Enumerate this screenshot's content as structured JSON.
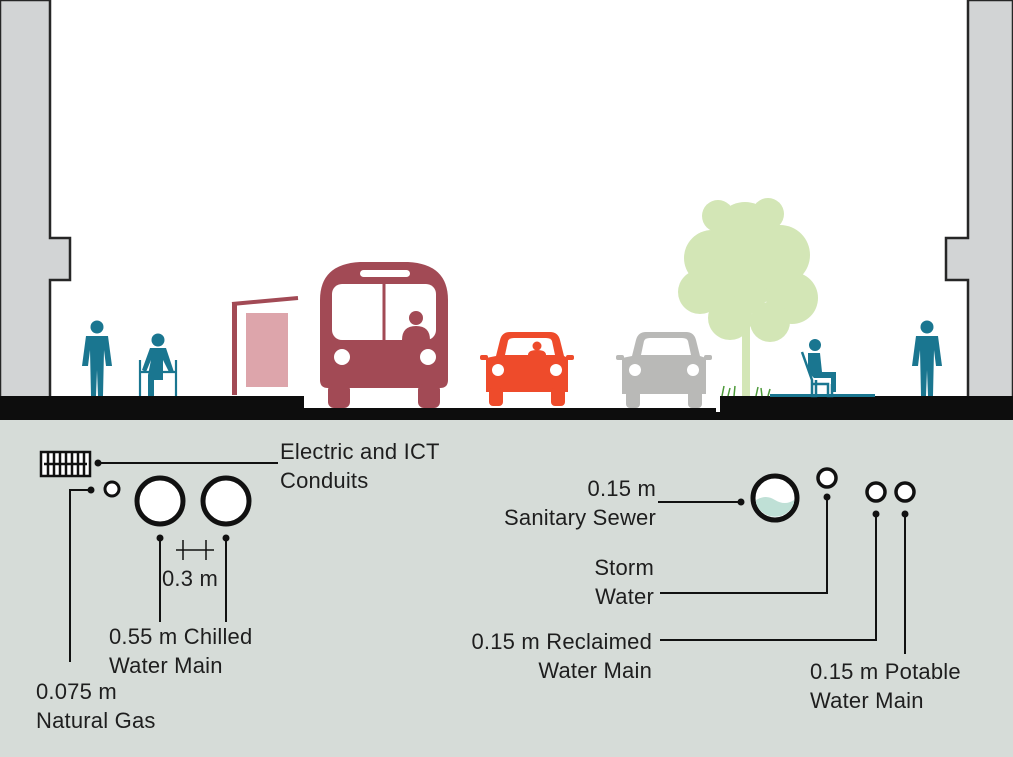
{
  "title": "Street cross-section with underground utilities",
  "colors": {
    "ground": "#d6dcd8",
    "wall": "#d2d4d5",
    "road": "#0d0d0d",
    "pedestrian": "#1a7690",
    "bus": "#a24a55",
    "shelter_panel": "#dda5ab",
    "car_red": "#ee4b2b",
    "car_grey": "#b9b9b7",
    "tree": "#d3e6b6",
    "grass": "#4d9a3a",
    "pipe_fill": "#ffffff",
    "sewer_water": "#bfe0d6"
  },
  "icons": [
    "pedestrian-icon",
    "wheelchair-user-icon",
    "bus-shelter-icon",
    "bus-icon",
    "red-car-icon",
    "grey-car-icon",
    "tree-icon",
    "seated-person-icon",
    "pedestrian-icon"
  ],
  "utilities": {
    "electric": {
      "line1": "Electric and ICT",
      "line2": "Conduits"
    },
    "chilled": {
      "line1": "0.55 m Chilled",
      "line2": "Water Main"
    },
    "spacing": {
      "text": "0.3 m"
    },
    "gas": {
      "line1": "0.075 m",
      "line2": "Natural Gas"
    },
    "sewer": {
      "line1": "0.15 m",
      "line2": "Sanitary Sewer"
    },
    "storm": {
      "line1": "Storm",
      "line2": "Water"
    },
    "reclaimed": {
      "line1": "0.15 m Reclaimed",
      "line2": "Water Main"
    },
    "potable": {
      "line1": "0.15 m Potable",
      "line2": "Water Main"
    }
  }
}
